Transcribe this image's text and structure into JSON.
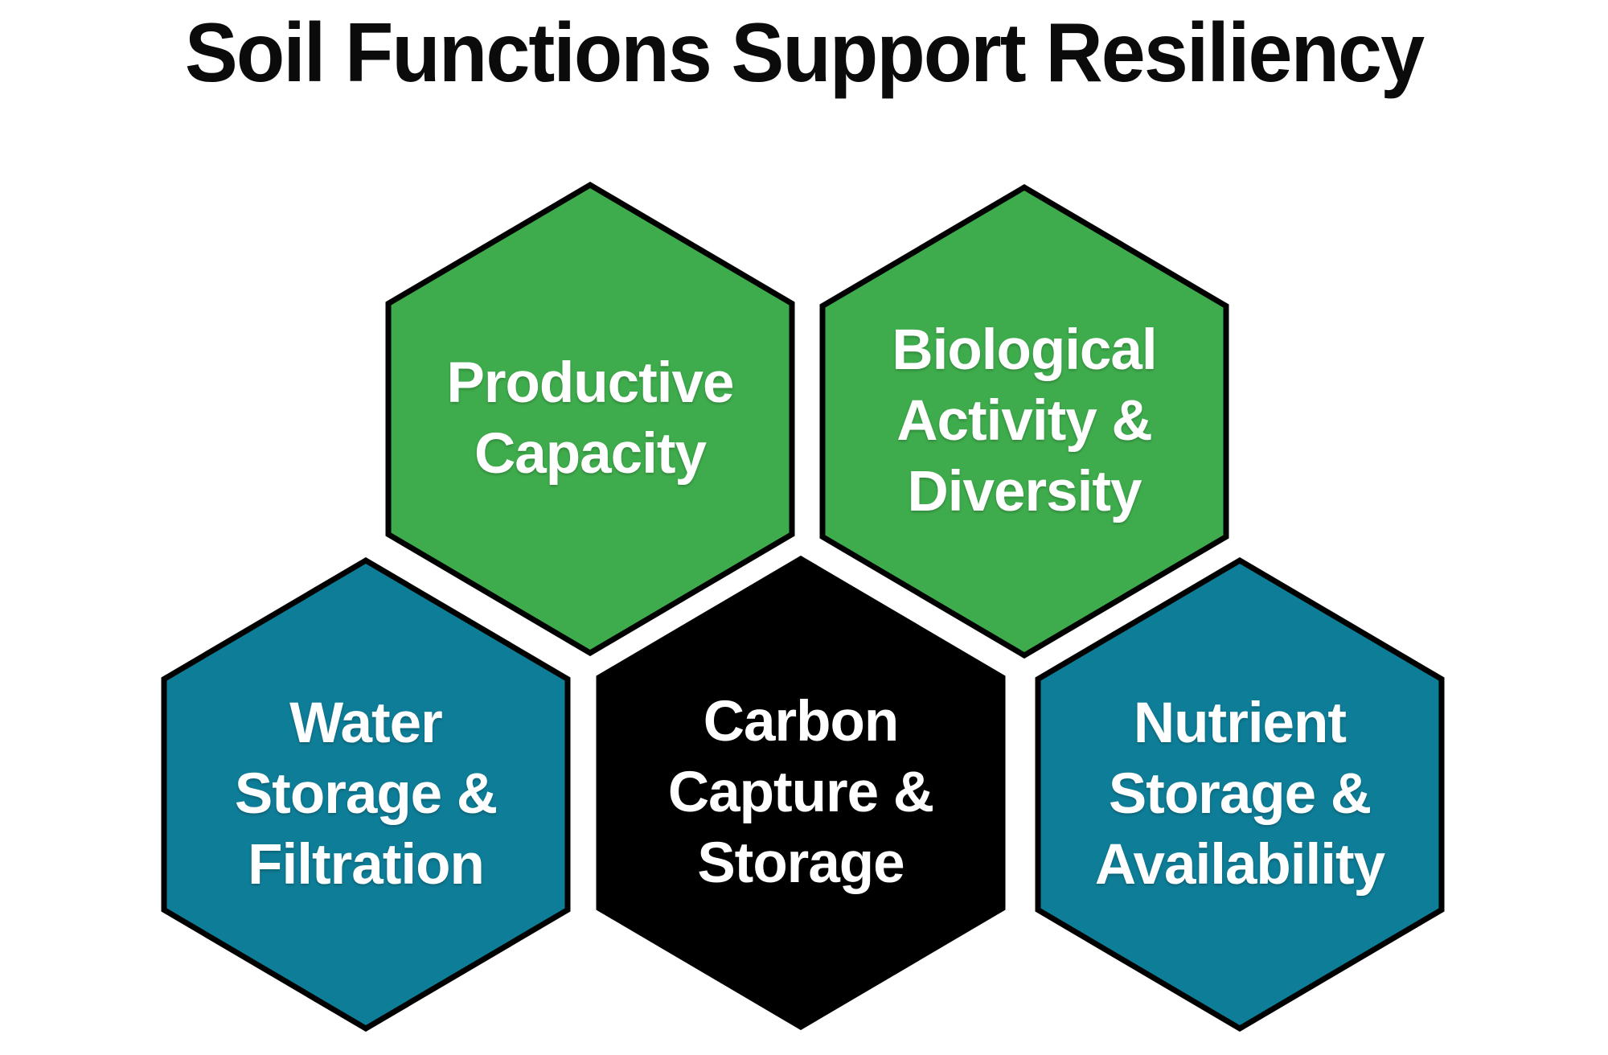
{
  "title": "Soil Functions Support Resiliency",
  "colors": {
    "green": "#3EAC4C",
    "teal": "#0E7D97",
    "black": "#000000",
    "outline": "#000000",
    "label_text": "#FFFFFF",
    "title_text": "#0B0B0B",
    "background": "#FFFFFF"
  },
  "hexagons": [
    {
      "label": "Productive\nCapacity",
      "color": "#3EAC4C"
    },
    {
      "label": "Biological\nActivity &\nDiversity",
      "color": "#3EAC4C"
    },
    {
      "label": "Water\nStorage &\nFiltration",
      "color": "#0E7D97"
    },
    {
      "label": "Carbon\nCapture &\nStorage",
      "color": "#000000"
    },
    {
      "label": "Nutrient\nStorage &\nAvailability",
      "color": "#0E7D97"
    }
  ]
}
